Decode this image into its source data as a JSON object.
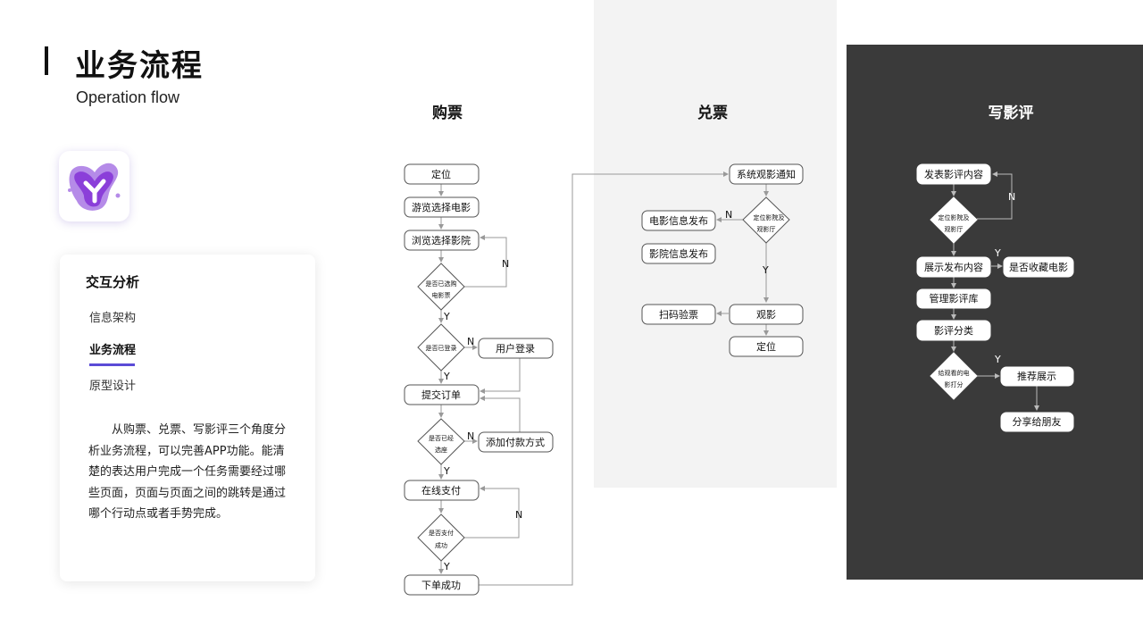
{
  "header": {
    "title": "业务流程",
    "subtitle": "Operation flow"
  },
  "sidebar": {
    "card_title": "交互分析",
    "items": [
      {
        "label": "信息架构",
        "active": false
      },
      {
        "label": "业务流程",
        "active": true
      },
      {
        "label": "原型设计",
        "active": false
      }
    ],
    "description": "从购票、兑票、写影评三个角度分析业务流程，可以完善APP功能。能清楚的表达用户完成一个任务需要经过哪些页面，页面与页面之间的跳转是通过哪个行动点或者手势完成。"
  },
  "colors": {
    "accent": "#5b4bd6",
    "dark_panel": "#3a3a3a",
    "light_panel": "#f3f3f3",
    "logo": "#8b3fd9"
  },
  "columns": {
    "buy": "购票",
    "redeem": "兑票",
    "review": "写影评"
  },
  "flow": {
    "buy": {
      "n_locate": "定位",
      "n_browse_movie": "游览选择电影",
      "n_browse_cinema": "浏览选择影院",
      "d_selected": [
        "是否已选购",
        "电影票"
      ],
      "d_login": [
        "是否已登录"
      ],
      "n_user_login": "用户登录",
      "n_submit": "提交订单",
      "d_seat": [
        "是否已经",
        "选座"
      ],
      "n_add_payment": "添加付款方式",
      "n_pay": "在线支付",
      "d_pay_ok": [
        "是否支付",
        "成功"
      ],
      "n_order_ok": "下单成功"
    },
    "redeem": {
      "n_notify": "系统观影通知",
      "d_locate": [
        "定位影院及",
        "观影厅"
      ],
      "n_movie_info": "电影信息发布",
      "n_cinema_info": "影院信息发布",
      "n_scan": "扫码验票",
      "n_watch": "观影",
      "n_locate2": "定位"
    },
    "review": {
      "n_publish": "发表影评内容",
      "d_locate": [
        "定位影院及",
        "观影厅"
      ],
      "n_show": "展示发布内容",
      "n_collect": "是否收藏电影",
      "n_manage": "管理影评库",
      "n_classify": "影评分类",
      "d_rate": [
        "给观看的电",
        "影打分"
      ],
      "n_recommend": "推荐展示",
      "n_share": "分享给朋友"
    },
    "labels": {
      "yes": "Y",
      "no": "N"
    }
  }
}
